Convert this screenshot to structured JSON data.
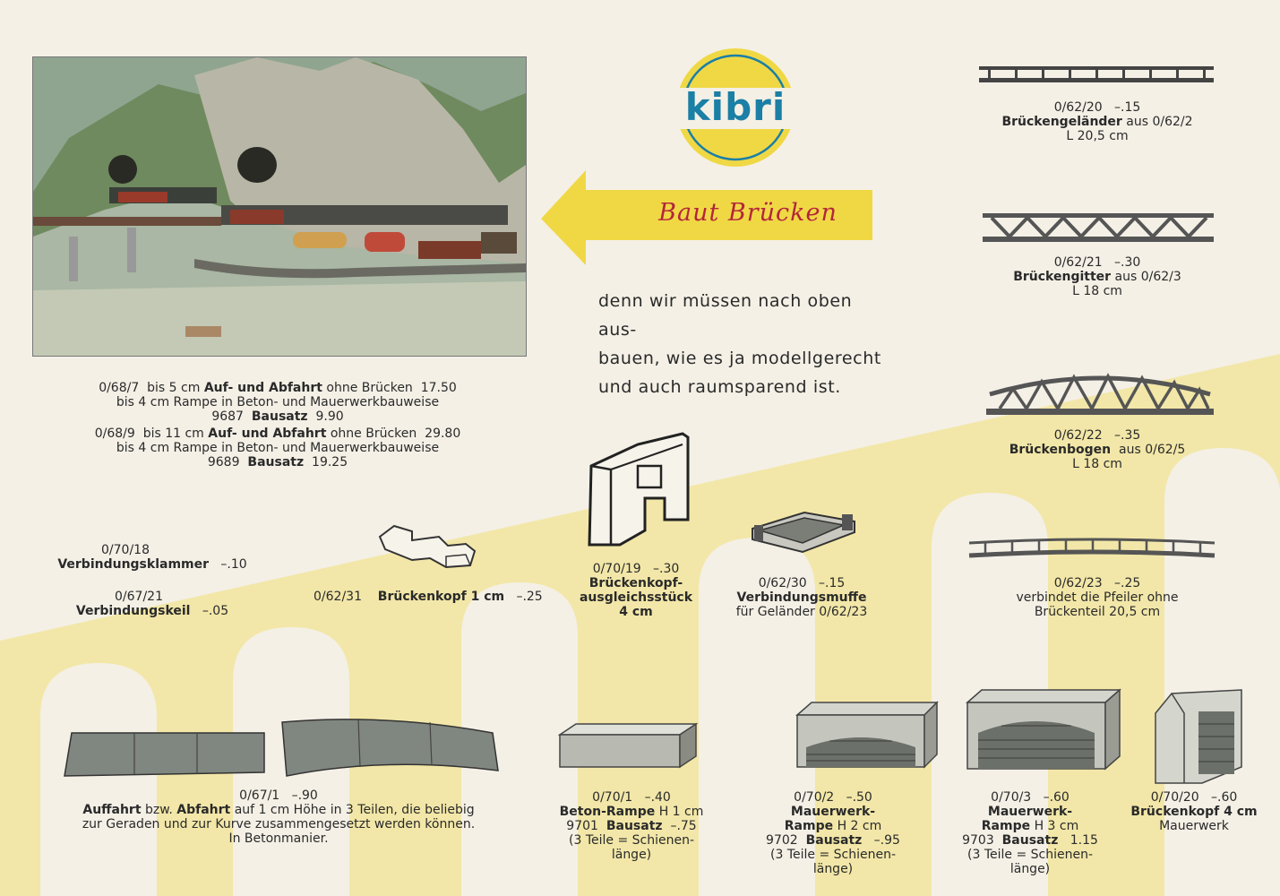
{
  "brand": {
    "name": "kibri",
    "slogan": "Baut Brücken"
  },
  "intro_lines": [
    "denn wir müssen nach oben aus-",
    "bauen, wie es ja modellgerecht",
    "und auch raumsparend ist."
  ],
  "colors": {
    "yellow": "#f2e7a8",
    "logo_yellow": "#f0d845",
    "logo_blue": "#1b7fa6",
    "slogan_red": "#b2263a"
  },
  "products": {
    "auffahrt_68_7": {
      "code": "0/68/7",
      "text1": "bis 5 cm",
      "bold1": "Auf- und Abfahrt",
      "text2": "ohne Brücken",
      "price": "17.50",
      "line2": "bis 4 cm Rampe in Beton- und Mauerwerkbauweise",
      "kit_no": "9687",
      "kit_label": "Bausatz",
      "kit_price": "9.90"
    },
    "auffahrt_68_9": {
      "code": "0/68/9",
      "text1": "bis 11 cm",
      "bold1": "Auf- und Abfahrt",
      "text2": "ohne Brücken",
      "price": "29.80",
      "line2": "bis 4 cm Rampe in Beton- und Mauerwerkbauweise",
      "kit_no": "9689",
      "kit_label": "Bausatz",
      "kit_price": "19.25"
    },
    "gelaender_62_20": {
      "code": "0/62/20",
      "price": "–.15",
      "name": "Brückengeländer",
      "extra": "aus 0/62/2",
      "size": "L 20,5 cm"
    },
    "gitter_62_21": {
      "code": "0/62/21",
      "price": "–.30",
      "name": "Brückengitter",
      "extra": "aus 0/62/3",
      "size": "L 18 cm"
    },
    "bogen_62_22": {
      "code": "0/62/22",
      "price": "–.35",
      "name": "Brückenbogen",
      "extra": "aus 0/62/5",
      "size": "L 18 cm"
    },
    "pfeiler_62_23": {
      "code": "0/62/23",
      "price": "–.25",
      "line1": "verbindet die Pfeiler ohne",
      "line2": "Brückenteil 20,5 cm"
    },
    "klammer_70_18": {
      "code": "0/70/18",
      "name": "Verbindungsklammer",
      "price": "–.10"
    },
    "keil_67_21": {
      "code": "0/67/21",
      "name": "Verbindungskeil",
      "price": "–.05"
    },
    "kopf_62_31": {
      "code": "0/62/31",
      "name": "Brückenkopf 1 cm",
      "price": "–.25"
    },
    "ausgleich_70_19": {
      "code": "0/70/19",
      "price": "–.30",
      "line1": "Brückenkopf-",
      "line2": "ausgleichsstück",
      "line3": "4 cm"
    },
    "muffe_62_30": {
      "code": "0/62/30",
      "price": "–.15",
      "name": "Verbindungsmuffe",
      "line2": "für Geländer 0/62/23"
    },
    "auffahrt_67_1": {
      "code": "0/67/1",
      "price": "–.90",
      "bold1": "Auffahrt",
      "text1": "bzw.",
      "bold2": "Abfahrt",
      "text2": "auf 1 cm Höhe in 3 Teilen, die beliebig",
      "line2": "zur Geraden und zur Kurve zusammengesetzt werden können.",
      "line3": "In Betonmanier."
    },
    "rampe_70_1": {
      "code": "0/70/1",
      "price": "–.40",
      "name": "Beton-Rampe",
      "height": "H 1 cm",
      "kit_no": "9701",
      "kit_label": "Bausatz",
      "kit_price": "–.75",
      "note1": "(3 Teile = Schienen-",
      "note2": "länge)"
    },
    "rampe_70_2": {
      "code": "0/70/2",
      "price": "–.50",
      "name1": "Mauerwerk-",
      "name2": "Rampe",
      "height": "H 2 cm",
      "kit_no": "9702",
      "kit_label": "Bausatz",
      "kit_price": "–.95",
      "note1": "(3 Teile = Schienen-",
      "note2": "länge)"
    },
    "rampe_70_3": {
      "code": "0/70/3",
      "price": "–.60",
      "name1": "Mauerwerk-",
      "name2": "Rampe",
      "height": "H 3 cm",
      "kit_no": "9703",
      "kit_label": "Bausatz",
      "kit_price": "1.15",
      "note1": "(3 Teile = Schienen-",
      "note2": "länge)"
    },
    "kopf_70_20": {
      "code": "0/70/20",
      "price": "–.60",
      "name": "Brückenkopf 4 cm",
      "line2": "Mauerwerk"
    }
  }
}
